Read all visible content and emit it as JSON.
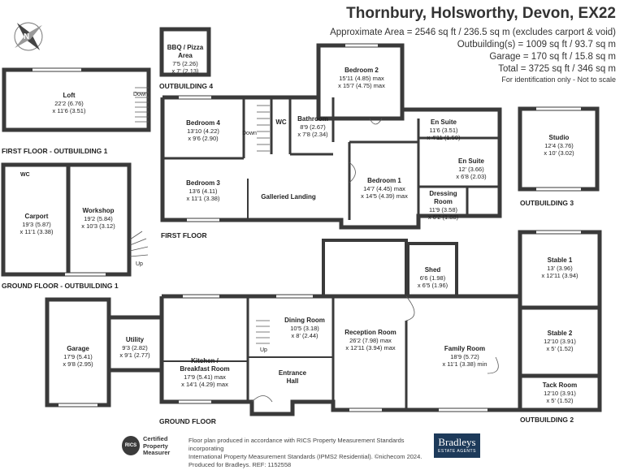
{
  "header": {
    "title": "Thornbury, Holsworthy, Devon, EX22",
    "approx_area": "Approximate Area = 2546 sq ft / 236.5 sq m (excludes carport & void)",
    "outbuildings": "Outbuilding(s) = 1009 sq ft / 93.7 sq m",
    "garage": "Garage = 170 sq ft / 15.8 sq m",
    "total": "Total = 3725 sq ft / 346 sq m",
    "note": "For identification only - Not to scale"
  },
  "compass": {
    "label": "N"
  },
  "sections": {
    "outbuilding4": "OUTBUILDING 4",
    "first_floor_outbuilding1": "FIRST FLOOR - OUTBUILDING 1",
    "ground_floor_outbuilding1": "GROUND FLOOR - OUTBUILDING 1",
    "first_floor": "FIRST FLOOR",
    "ground_floor": "GROUND FLOOR",
    "outbuilding3": "OUTBUILDING 3",
    "outbuilding2": "OUTBUILDING 2"
  },
  "rooms": {
    "bbq": {
      "name": "BBQ / Pizza Area",
      "dim1": "7'5 (2.26)",
      "dim2": "x 7' (2.13)"
    },
    "loft": {
      "name": "Loft",
      "dim1": "22'2 (6.76)",
      "dim2": "x 11'6 (3.51)"
    },
    "carport": {
      "name": "Carport",
      "dim1": "19'3 (5.87)",
      "dim2": "x 11'1 (3.38)"
    },
    "workshop": {
      "name": "Workshop",
      "dim1": "19'2 (5.84)",
      "dim2": "x 10'3 (3.12)"
    },
    "bedroom2": {
      "name": "Bedroom 2",
      "dim1": "15'11 (4.85) max",
      "dim2": "x 15'7 (4.75) max"
    },
    "bedroom4": {
      "name": "Bedroom 4",
      "dim1": "13'10 (4.22)",
      "dim2": "x 9'6 (2.90)"
    },
    "bedroom3": {
      "name": "Bedroom 3",
      "dim1": "13'6 (4.11)",
      "dim2": "x 11'1 (3.38)"
    },
    "bathroom": {
      "name": "Bathroom",
      "dim1": "8'9 (2.67)",
      "dim2": "x 7'8 (2.34)"
    },
    "wc": {
      "name": "WC"
    },
    "galleried": {
      "name": "Galleried Landing"
    },
    "bedroom1": {
      "name": "Bedroom 1",
      "dim1": "14'7 (4.45) max",
      "dim2": "x 14'5 (4.39) max"
    },
    "ensuite1": {
      "name": "En Suite",
      "dim1": "11'6 (3.51)",
      "dim2": "x 4'11 (1.50)"
    },
    "ensuite2": {
      "name": "En Suite",
      "dim1": "12' (3.66)",
      "dim2": "x 6'8 (2.03)"
    },
    "dressing": {
      "name": "Dressing",
      "name2": "Room",
      "dim1": "11'9 (3.58)",
      "dim2": "x 6'2 (1.88)"
    },
    "studio": {
      "name": "Studio",
      "dim1": "12'4 (3.76)",
      "dim2": "x 10' (3.02)"
    },
    "shed": {
      "name": "Shed",
      "dim1": "6'6 (1.98)",
      "dim2": "x 6'5 (1.96)"
    },
    "stable1": {
      "name": "Stable 1",
      "dim1": "13' (3.96)",
      "dim2": "x 12'11 (3.94)"
    },
    "stable2": {
      "name": "Stable 2",
      "dim1": "12'10 (3.91)",
      "dim2": "x 5' (1.52)"
    },
    "tack": {
      "name": "Tack Room",
      "dim1": "12'10 (3.91)",
      "dim2": "x 5' (1.52)"
    },
    "garage": {
      "name": "Garage",
      "dim1": "17'9 (5.41)",
      "dim2": "x 9'8 (2.95)"
    },
    "utility": {
      "name": "Utility",
      "dim1": "9'3 (2.82)",
      "dim2": "x 9'1 (2.77)"
    },
    "kitchen": {
      "name": "Kitchen /",
      "name2": "Breakfast Room",
      "dim1": "17'9 (5.41) max",
      "dim2": "x 14'1 (4.29) max"
    },
    "dining": {
      "name": "Dining Room",
      "dim1": "10'5 (3.18)",
      "dim2": "x 8' (2.44)"
    },
    "entrance": {
      "name": "Entrance",
      "name2": "Hall"
    },
    "reception": {
      "name": "Reception Room",
      "dim1": "26'2 (7.98) max",
      "dim2": "x 12'11 (3.94) max"
    },
    "family": {
      "name": "Family Room",
      "dim1": "18'9 (5.72)",
      "dim2": "x 11'1 (3.38) min"
    }
  },
  "labels": {
    "down": "Down",
    "up": "Up",
    "wc": "WC"
  },
  "footer": {
    "line1": "Floor plan produced in accordance with RICS Property Measurement Standards incorporating",
    "line2": "International Property Measurement Standards (IPMS2 Residential). ©nichecom 2024.",
    "line3": "Produced for Bradleys.   REF: 1152558",
    "rics_logo": "RICS",
    "rics_cert1": "Certified",
    "rics_cert2": "Property",
    "rics_cert3": "Measurer",
    "brand": "Bradleys",
    "brand_sub": "ESTATE AGENTS"
  },
  "colors": {
    "wall": "#3a3a3a",
    "window": "#ffffff",
    "line": "#555555"
  }
}
